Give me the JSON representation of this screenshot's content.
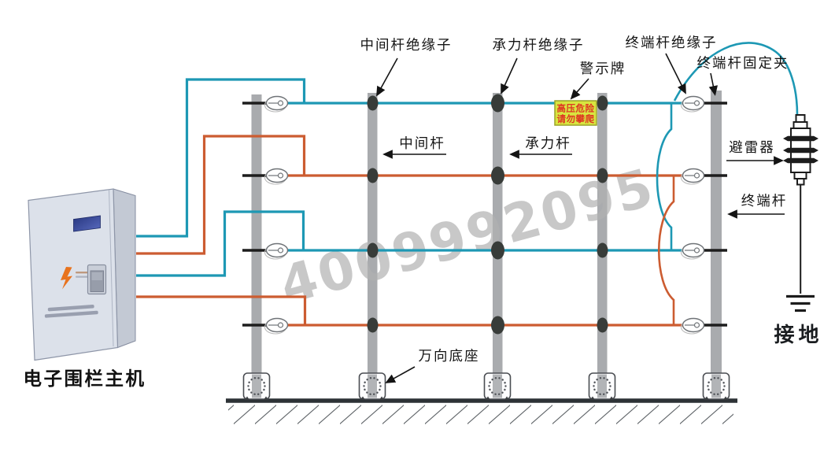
{
  "diagram": {
    "watermark": "4009992095",
    "host": {
      "label": "电子围栏主机"
    },
    "warning_sign": {
      "line1": "高压危险",
      "line2": "请勿攀爬"
    },
    "annotations": {
      "mid_pole_insulator": "中间杆绝缘子",
      "load_pole_insulator": "承力杆绝缘子",
      "warning_sign": "警示牌",
      "terminal_pole_insulator": "终端杆绝缘子",
      "terminal_pole_clip": "终端杆固定夹",
      "mid_pole": "中间杆",
      "load_pole": "承力杆",
      "lightning_arrester": "避雷器",
      "terminal_pole": "终端杆",
      "universal_base": "万向底座",
      "earth_ground": "接地"
    },
    "colors": {
      "wire_hot": "#1d98b4",
      "wire_return": "#cc5c31",
      "post": "#a9abae",
      "sign_bg": "#d8e53f",
      "sign_text": "#df3522",
      "watermark": "#b1b1b1"
    }
  }
}
